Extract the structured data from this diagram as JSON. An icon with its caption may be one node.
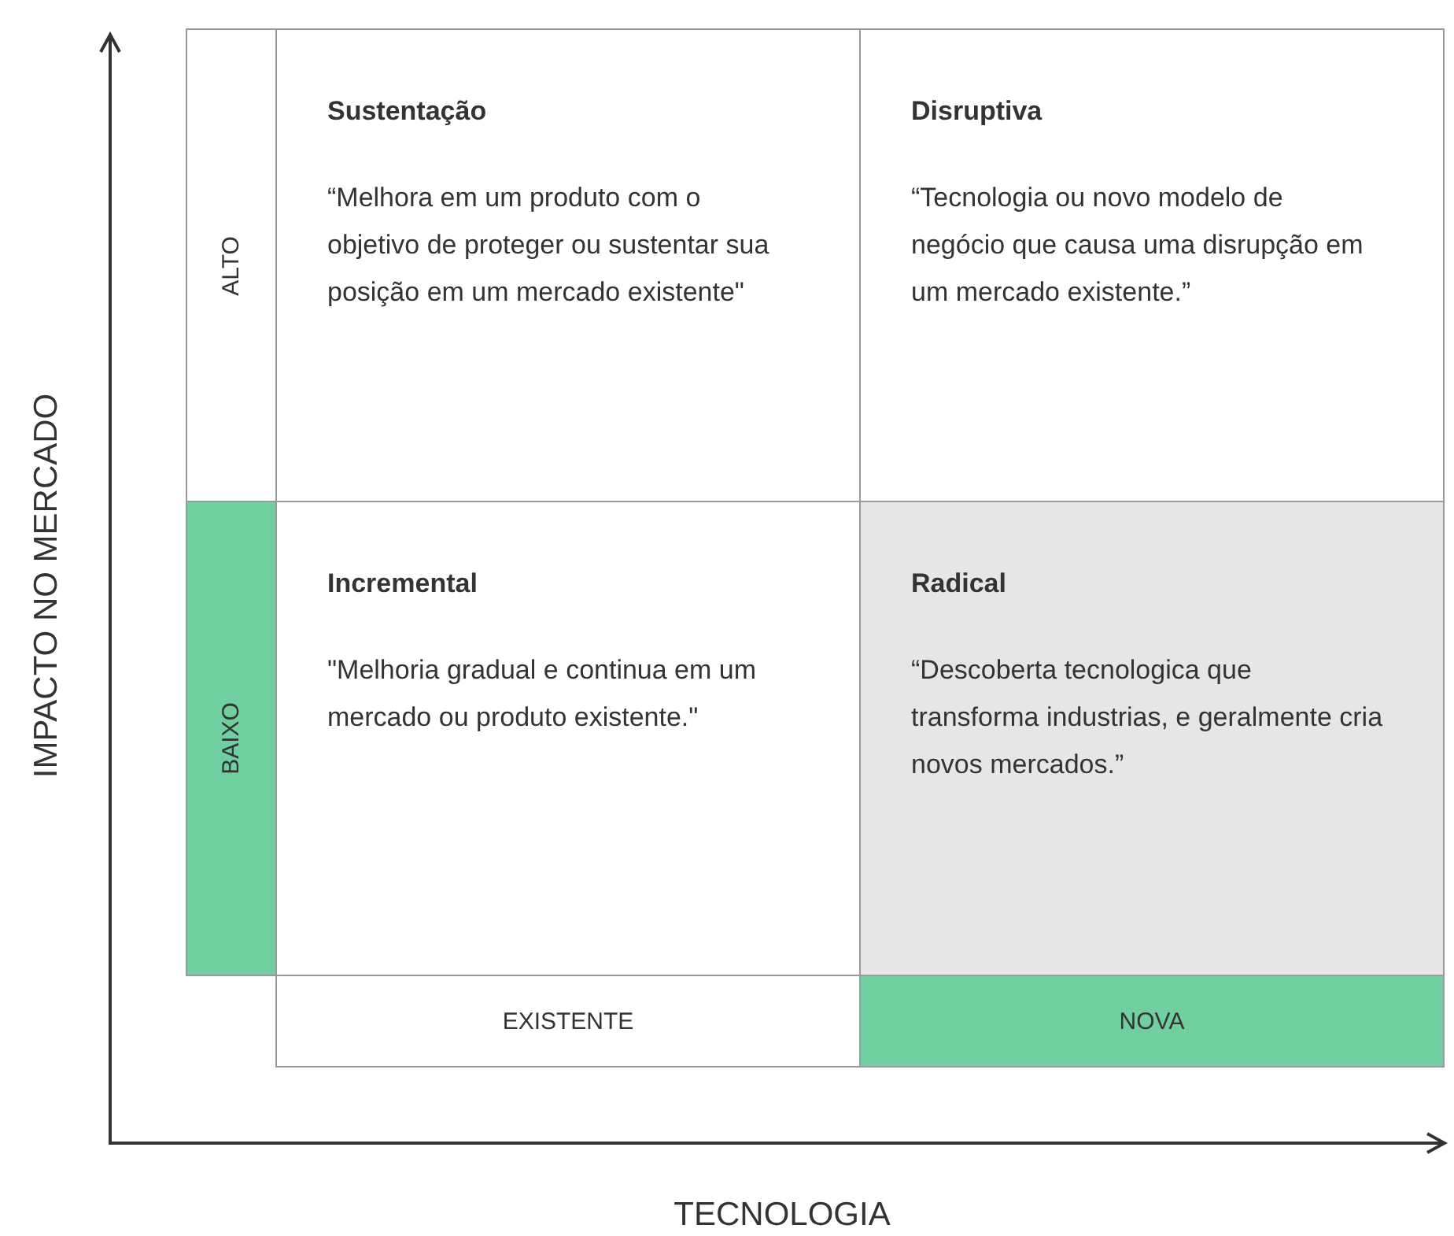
{
  "diagram": {
    "nodes": [
      {
        "text": [
          "ALTO"
        ]
      },
      {
        "text": [
          "Sustentação",
          "“Melhora em um produto com o objetivo de proteger ou sustentar sua posição em um mercado existente\""
        ]
      },
      {
        "text": [
          "Disruptiva",
          "“Tecnologia ou novo modelo de negócio que causa uma disrupção em um mercado existente.”"
        ]
      },
      {
        "text": [
          "BAIXO"
        ]
      },
      {
        "text": [
          "Incremental",
          "\"Melhoria gradual e continua em um mercado ou produto existente.\""
        ]
      },
      {
        "text": [
          "Radical",
          "“Descoberta tecnologica que transforma industrias, e geralmente cria novos mercados.”"
        ]
      },
      {
        "text": [
          "EXISTENTE"
        ]
      },
      {
        "text": [
          "NOVA"
        ]
      }
    ],
    "labels": [
      "IMPACTO NO MERCADO",
      "TECNOLOGIA"
    ]
  }
}
